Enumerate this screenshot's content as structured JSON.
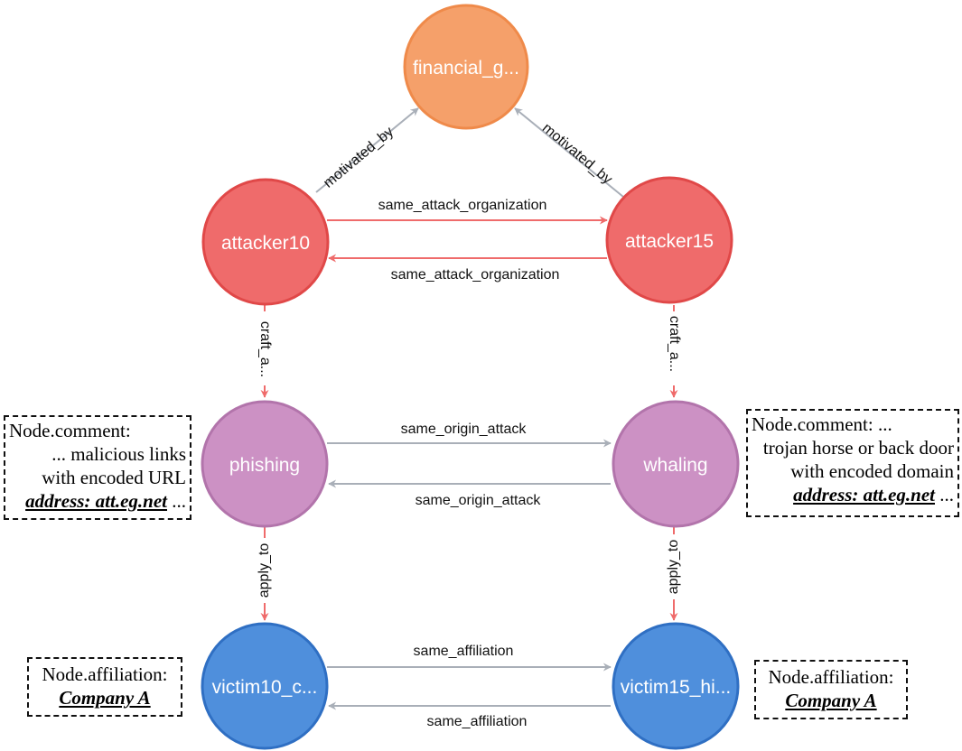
{
  "colors": {
    "goal": "#f5a06a",
    "goal_stroke": "#ef8a4a",
    "attacker": "#ef6b6b",
    "attacker_stroke": "#e04848",
    "technique": "#cc91c4",
    "technique_stroke": "#b274ab",
    "victim": "#4f8fdc",
    "victim_stroke": "#2f6fc3",
    "edge_grey": "#a9afb8",
    "edge_red": "#ef6b6b"
  },
  "nodes": {
    "financial": "financial_g...",
    "attacker10": "attacker10",
    "attacker15": "attacker15",
    "phishing": "phishing",
    "whaling": "whaling",
    "victim10": "victim10_c...",
    "victim15": "victim15_hi..."
  },
  "edges": {
    "motivated_by_left": "motivated_by",
    "motivated_by_right": "motivated_by",
    "same_org_top": "same_attack_organization",
    "same_org_bottom": "same_attack_organization",
    "craft_left": "craft_a...",
    "craft_right": "craft_a...",
    "same_origin_top": "same_origin_attack",
    "same_origin_bottom": "same_origin_attack",
    "apply_left": "apply_to",
    "apply_right": "apply_to",
    "same_aff_top": "same_affiliation",
    "same_aff_bottom": "same_affiliation"
  },
  "notes": {
    "phishing_comment": {
      "line1": "Node.comment:",
      "line2": "... malicious links",
      "line3": "with encoded URL",
      "address": "address: att.eg.net",
      "tail": " ..."
    },
    "whaling_comment": {
      "line1": "Node.comment: ...",
      "line2": "trojan horse or back door",
      "line3": "with encoded domain",
      "address": "address: att.eg.net",
      "tail": " ..."
    },
    "victim10_affiliation": {
      "label": "Node.affiliation:",
      "value": "Company A"
    },
    "victim15_affiliation": {
      "label": "Node.affiliation:",
      "value": "Company A"
    }
  }
}
